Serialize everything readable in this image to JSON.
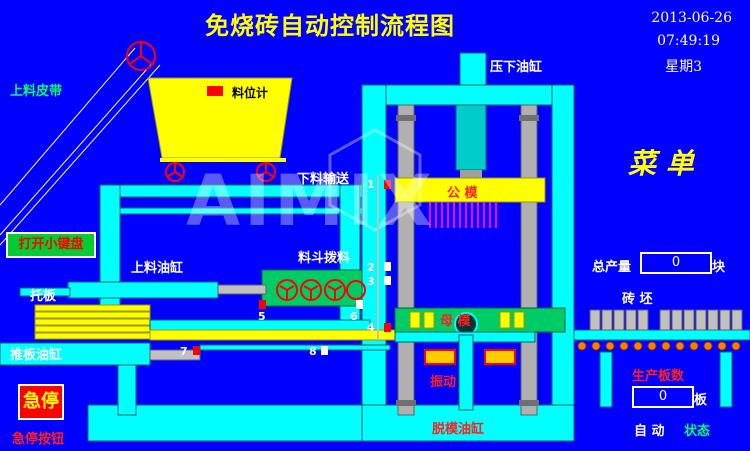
{
  "header": {
    "title": "免烧砖自动控制流程图"
  },
  "clock": {
    "date": "2013-06-26",
    "time": "07:49:19",
    "weekday": "星期3"
  },
  "menu": {
    "label": "菜 单"
  },
  "watermark": "AIMIX",
  "labels": {
    "conveyor_belt": "上料皮带",
    "level_gauge": "料位计",
    "press_cylinder": "压下油缸",
    "feed_conveyor": "下料输送",
    "upper_mold": "公 模",
    "feed_cylinder": "上料油缸",
    "hopper_stirring": "料斗拨料",
    "pallet": "托板",
    "push_cylinder": "推板油缸",
    "lower_mold": "母 模",
    "vibration": "振动",
    "demold_cylinder": "脱模油缸",
    "bricks": "砖  坯",
    "total_output": "总产量",
    "total_unit": "块",
    "production_boards": "生产板数",
    "board_unit": "板",
    "mode": "自 动",
    "status": "状态",
    "open_keyboard": "打开小键盘",
    "emergency_stop": "急停",
    "emergency_stop_button": "急停按钮"
  },
  "values": {
    "total_output": "0",
    "production_boards": "0"
  },
  "sensor_numbers": [
    "1",
    "2",
    "3",
    "4",
    "5",
    "6",
    "7",
    "8"
  ],
  "colors": {
    "background": "#0000ff",
    "frame": "#00ffff",
    "hopper": "#ffff00",
    "sensor_active": "#ff0000",
    "title": "#ffff00",
    "mode_status": "#00ff66"
  }
}
